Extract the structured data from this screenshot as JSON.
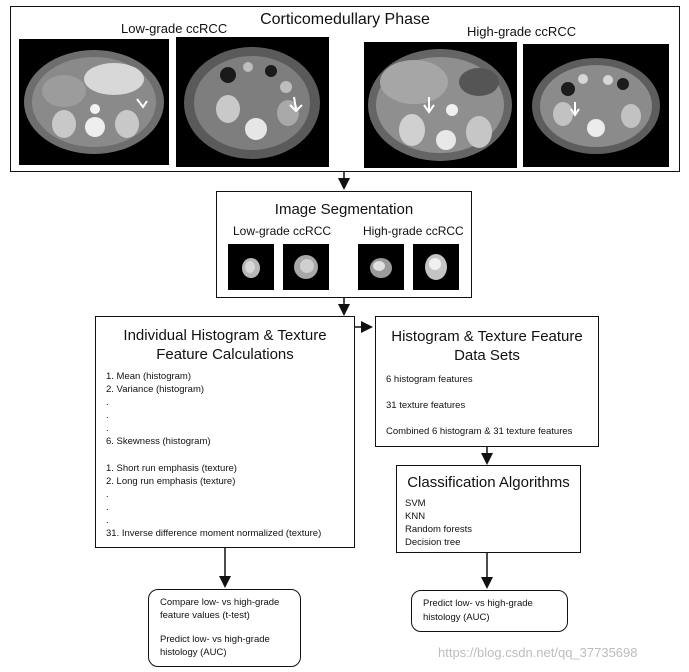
{
  "top": {
    "title": "Corticomedullary Phase",
    "low_label": "Low-grade ccRCC",
    "high_label": "High-grade ccRCC"
  },
  "segmentation": {
    "title": "Image Segmentation",
    "low_label": "Low-grade ccRCC",
    "high_label": "High-grade ccRCC"
  },
  "individual": {
    "title_line1": "Individual Histogram & Texture",
    "title_line2": "Feature Calculations",
    "items": [
      "1. Mean (histogram)",
      "2. Variance (histogram)",
      ".",
      ".",
      ".",
      "6. Skewness (histogram)",
      "1. Short run emphasis (texture)",
      "2. Long run emphasis (texture)",
      ".",
      ".",
      ".",
      "31. Inverse difference moment normalized (texture)"
    ]
  },
  "datasets": {
    "title_line1": "Histogram & Texture Feature",
    "title_line2": "Data Sets",
    "items": [
      "6 histogram features",
      "31 texture features",
      "Combined 6 histogram & 31 texture features"
    ]
  },
  "classification": {
    "title": "Classification Algorithms",
    "items": [
      "SVM",
      "KNN",
      "Random forests",
      "Decision tree"
    ]
  },
  "result_left": {
    "line1": "Compare low- vs high-grade",
    "line2": "feature values (t-test)",
    "line3": "Predict low- vs high-grade",
    "line4": "histology (AUC)"
  },
  "result_right": {
    "line1": "Predict low- vs high-grade",
    "line2": "histology (AUC)"
  },
  "watermark": "https://blog.csdn.net/qq_37735698"
}
